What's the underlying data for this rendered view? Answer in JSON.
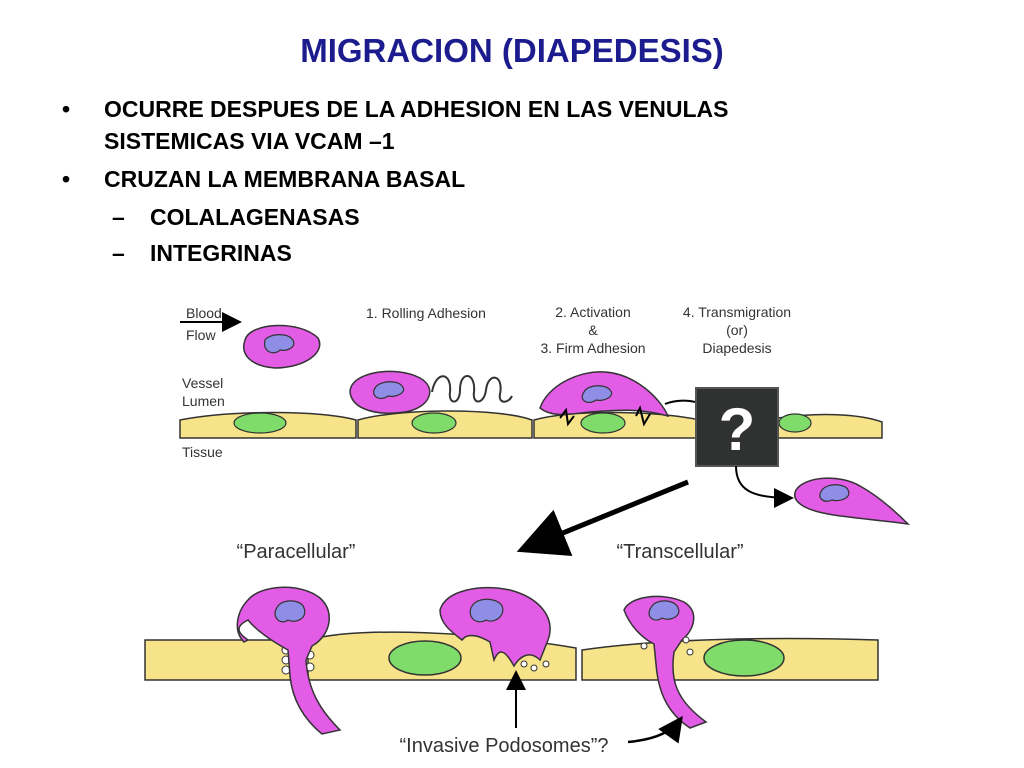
{
  "slide": {
    "title": "MIGRACION (DIAPEDESIS)",
    "bullets": [
      {
        "text_line1": "OCURRE DESPUES  DE LA ADHESION  EN LAS VENULAS",
        "text_line2": "SISTEMICAS  VIA VCAM –1"
      },
      {
        "text": "CRUZAN LA MEMBRANA BASAL"
      }
    ],
    "sub_bullets": [
      "COLALAGENASAS",
      "INTEGRINAS"
    ],
    "bullet_mark": "•",
    "sub_bullet_mark": "–"
  },
  "diagram": {
    "blood": "Blood",
    "flow": "Flow",
    "vessel": "Vessel",
    "lumen": "Lumen",
    "tissue": "Tissue",
    "step1": "1. Rolling  Adhesion",
    "step2_line1": "2. Activation",
    "step2_line2": "&",
    "step2_line3": "3. Firm Adhesion",
    "step4_line1": "4. Transmigration",
    "step4_line2": "(or)",
    "step4_line3": "Diapedesis",
    "question": "?",
    "paracellular": "“Paracellular”",
    "transcellular": "“Transcellular”",
    "podosomes": "“Invasive Podosomes”?"
  },
  "colors": {
    "title": "#1c1c8f",
    "leukocyte": "#e25ce6",
    "nucleus": "#8e8ee6",
    "endothelium": "#f7e38a",
    "endothelial_nucleus": "#7fdc6a",
    "question_box": "#2f3230"
  }
}
